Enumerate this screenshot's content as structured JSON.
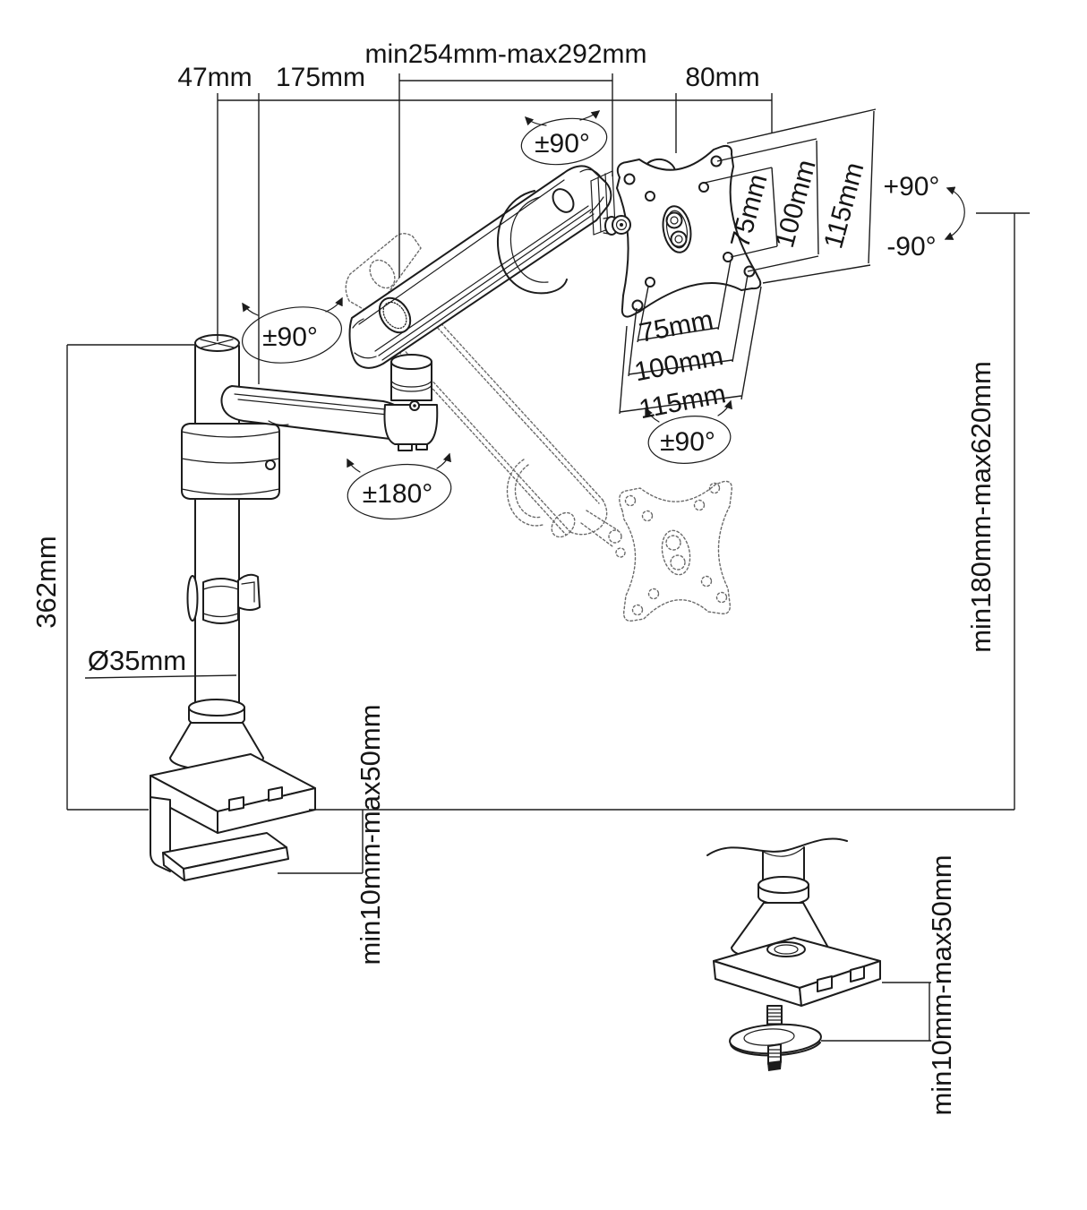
{
  "diagram": {
    "type": "technical-dimension-drawing",
    "subject": "gas-spring desk monitor arm with C-clamp and grommet mounting",
    "labels": {
      "top": {
        "pole_offset": "47mm",
        "lower_arm_reach": "175mm",
        "upper_arm_reach": "min254mm-max292mm",
        "head_offset": "80mm"
      },
      "vesa_right": [
        "75mm",
        "100mm",
        "115mm"
      ],
      "vesa_bottom": [
        "75mm",
        "100mm",
        "115mm"
      ],
      "rotation": {
        "tilt": "±90°",
        "arm_swivel": "±90°",
        "vesa_swivel": "±90°",
        "pole_rotate": "±180°",
        "screen_cw": "+90°",
        "screen_ccw": "-90°"
      },
      "left": {
        "pole_height": "362mm",
        "pole_diameter": "Ø35mm"
      },
      "right": {
        "height_range": "min180mm-max620mm"
      },
      "clamp": {
        "desk_thickness": "min10mm-max50mm"
      },
      "grommet": {
        "desk_thickness": "min10mm-max50mm"
      }
    }
  }
}
